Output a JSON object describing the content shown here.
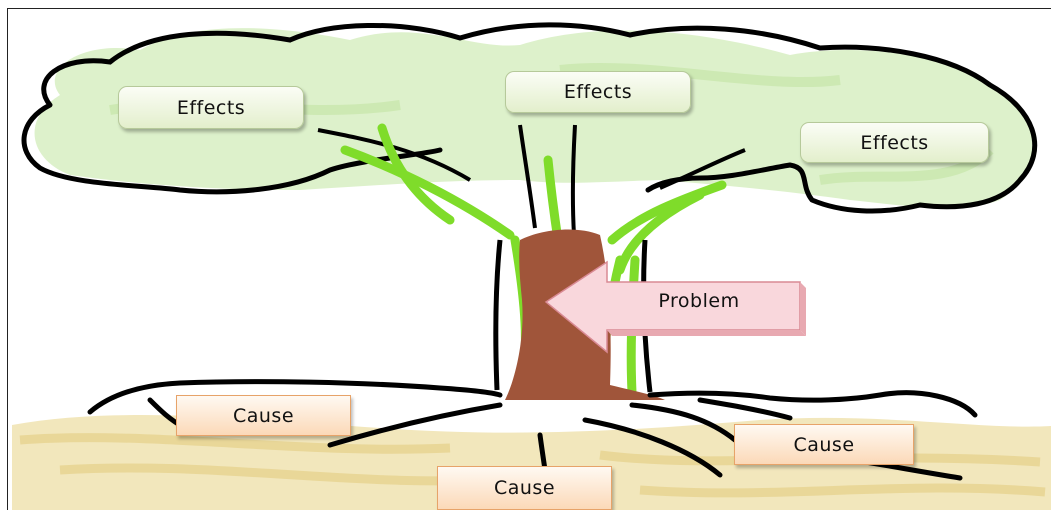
{
  "diagram": {
    "effects": [
      "Effects",
      "Effects",
      "Effects"
    ],
    "problem": "Problem",
    "causes": [
      "Cause",
      "Cause",
      "Cause"
    ]
  },
  "colors": {
    "foliage": "#d7eec2",
    "branch_green": "#7fdc2a",
    "trunk_brown": "#a0553a",
    "ground_tan": "#eedfa6",
    "outline": "#000000",
    "effect_box": "#eef5e0",
    "cause_box": "#fde3cb",
    "problem_arrow": "#f9d7dc"
  }
}
